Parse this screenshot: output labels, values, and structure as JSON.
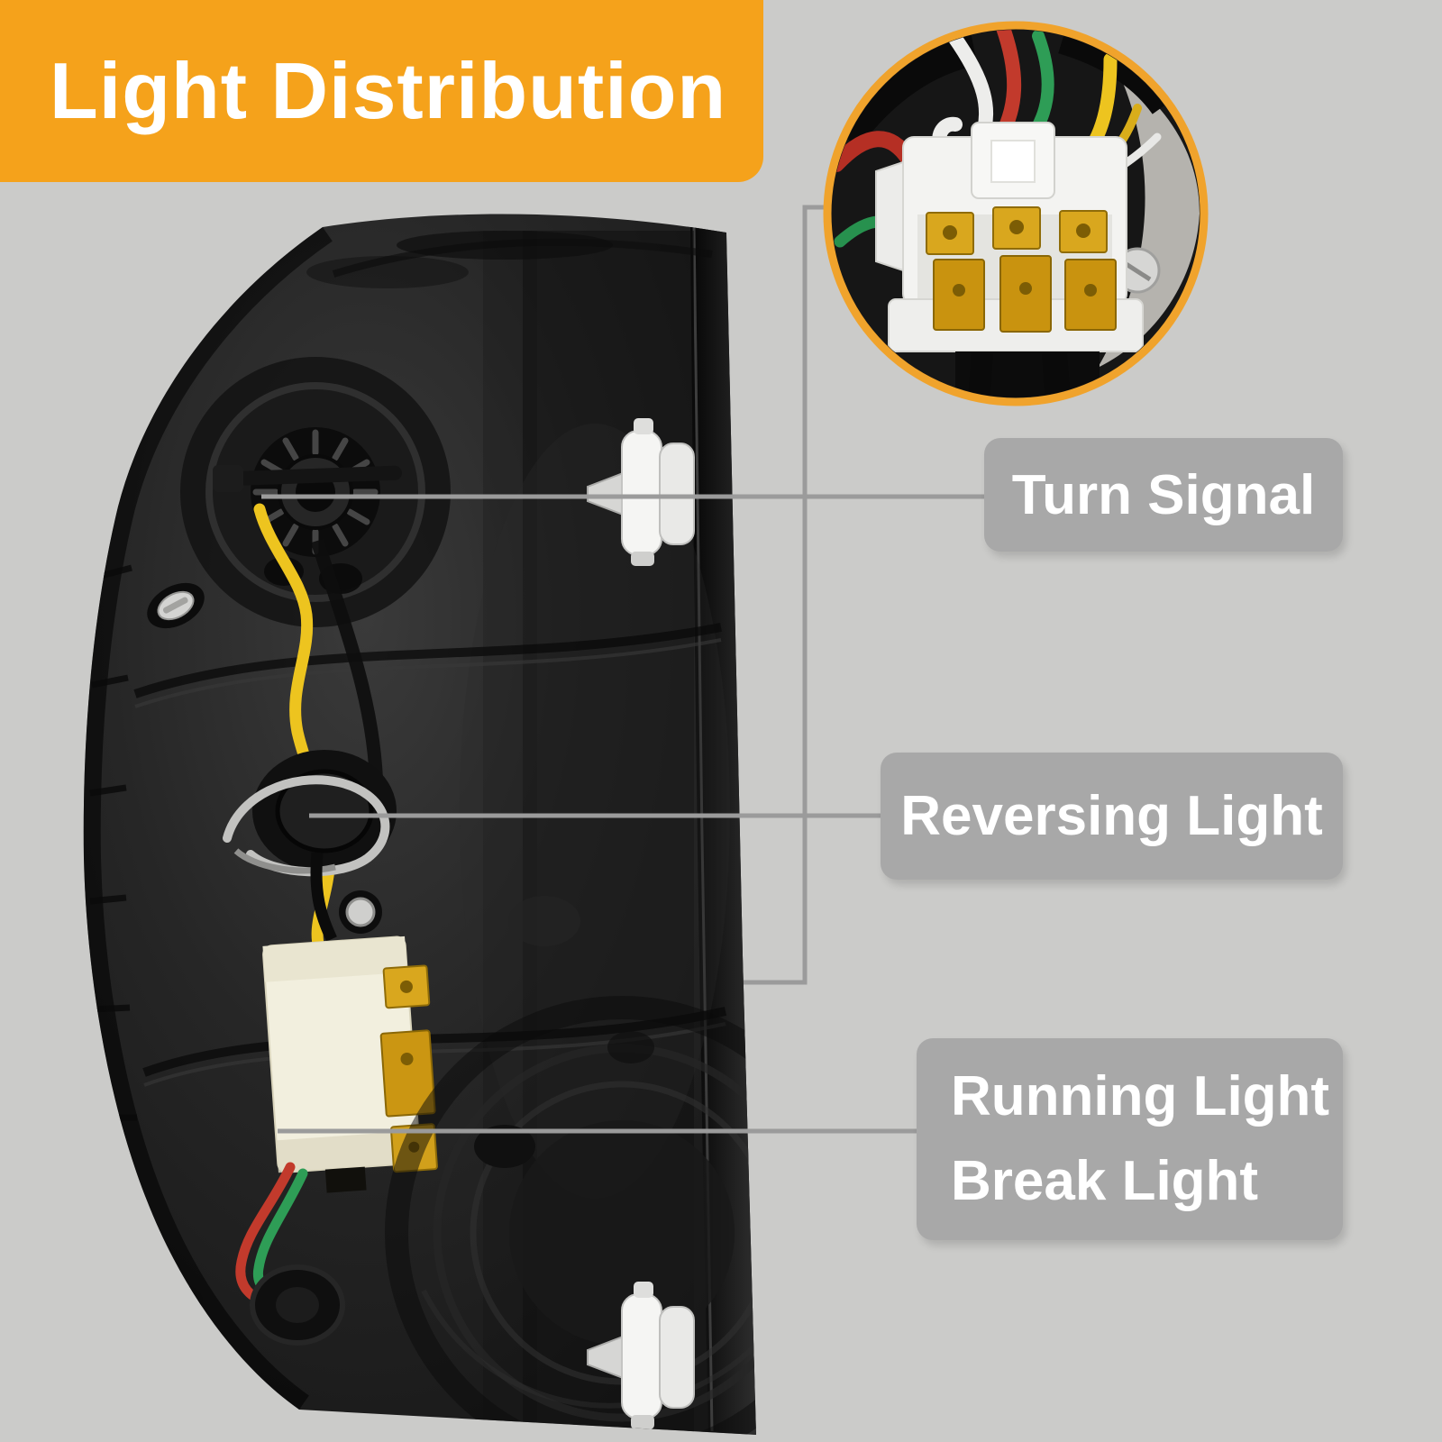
{
  "title_banner": {
    "label": "Light Distribution",
    "bg_color": "#F5A21B",
    "text_color": "#FFFFFF"
  },
  "callouts": {
    "turn_signal": {
      "label": "Turn Signal"
    },
    "reversing": {
      "label": "Reversing Light"
    },
    "running": {
      "label_line1": "Running Light",
      "label_line2": "Break Light"
    }
  },
  "inset": {
    "name": "wiring-connector-close-up-photo",
    "ring_color": "#F0A32C"
  },
  "styles": {
    "page_bg": "#CBCBC9",
    "label_box_bg": "#A8A8A8",
    "label_text_color": "#FFFFFF",
    "callout_line_color": "#9B9B9B"
  },
  "artwork": {
    "subject": "black-tail-light-rear-housing-with-wiring",
    "wire_colors": {
      "yellow": "#EDC41F",
      "red": "#C23A2C",
      "green": "#2E9D56",
      "white": "#EDEDEB",
      "black": "#0B0B0B"
    },
    "terminal_gold": "#D7A31C",
    "connector_plastic": "#F2EFDE"
  }
}
